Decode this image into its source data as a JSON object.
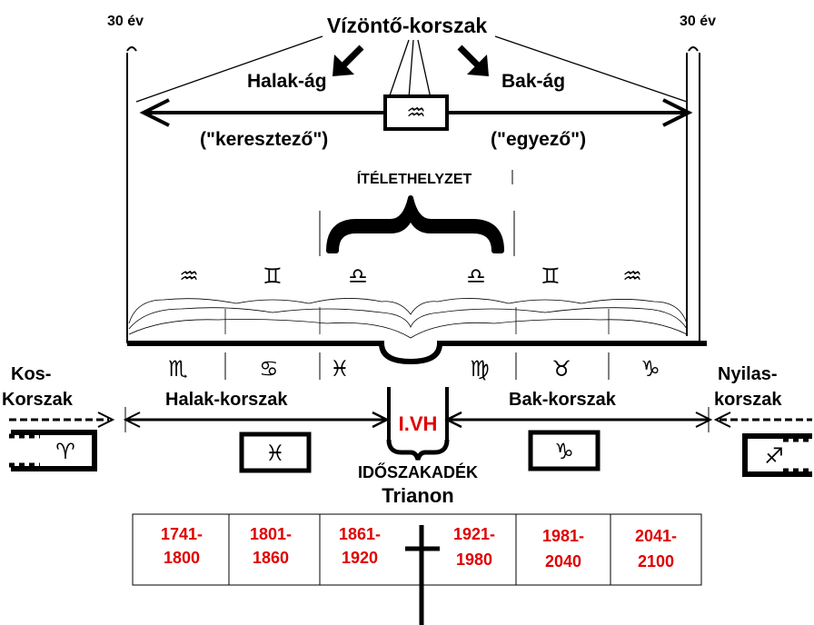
{
  "labels": {
    "years_left": "30 év",
    "years_right": "30 év",
    "title": "Vízöntő-korszak",
    "halak_ag": "Halak-ág",
    "bak_ag": "Bak-ág",
    "keresztezo": "(\"keresztező\")",
    "egyezo": "(\"egyező\")",
    "iteletthelyzet": "ÍTÉLETHELYZET",
    "kos_line1": "Kos-",
    "kos_line2": "Korszak",
    "halak_korszak": "Halak-korszak",
    "bak_korszak": "Bak-korszak",
    "nyilas_line1": "Nyilas-",
    "nyilas_line2": "korszak",
    "ivh": "I.VH",
    "idoszakadek": "IDŐSZAKADÉK",
    "trianon": "Trianon"
  },
  "symbols": {
    "book_top": [
      "♒",
      "♊",
      "♎",
      "♎",
      "♊",
      "♒"
    ],
    "book_bottom": [
      "♏",
      "♋",
      "♓",
      "♍",
      "♉",
      "♑"
    ],
    "aquarius_box": "♒",
    "boxes": [
      "♈",
      "♓",
      "♑",
      "♐"
    ]
  },
  "periods": [
    {
      "start": "1741-",
      "end": "1800"
    },
    {
      "start": "1801-",
      "end": "1860"
    },
    {
      "start": "1861-",
      "end": "1920"
    },
    {
      "start": "1921-",
      "end": "1980"
    },
    {
      "start": "1981-",
      "end": "2040"
    },
    {
      "start": "2041-",
      "end": "2100"
    }
  ],
  "colors": {
    "red": "#e00000",
    "black": "#000000"
  }
}
